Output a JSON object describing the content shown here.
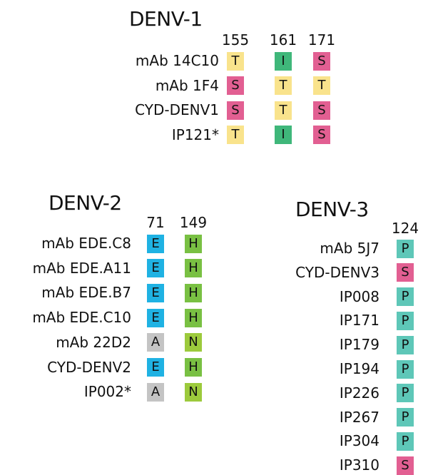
{
  "colors": {
    "T": "#f9e38c",
    "I": "#3fb77a",
    "S": "#e25f92",
    "E": "#1fb2e3",
    "H": "#79c043",
    "A": "#c4c4c4",
    "N": "#9cca3c",
    "P": "#5ec7b8"
  },
  "panels": [
    {
      "title": "DENV-1",
      "positions": [
        "155",
        "161",
        "171"
      ],
      "rows": [
        {
          "label": "mAb 14C10",
          "residues": [
            "T",
            "I",
            "S"
          ]
        },
        {
          "label": "mAb 1F4",
          "residues": [
            "S",
            "T",
            "T"
          ]
        },
        {
          "label": "CYD-DENV1",
          "residues": [
            "S",
            "T",
            "S"
          ]
        },
        {
          "label": "IP121*",
          "residues": [
            "T",
            "I",
            "S"
          ]
        }
      ]
    },
    {
      "title": "DENV-2",
      "positions": [
        "71",
        "149"
      ],
      "rows": [
        {
          "label": "mAb EDE.C8",
          "residues": [
            "E",
            "H"
          ]
        },
        {
          "label": "mAb EDE.A11",
          "residues": [
            "E",
            "H"
          ]
        },
        {
          "label": "mAb EDE.B7",
          "residues": [
            "E",
            "H"
          ]
        },
        {
          "label": "mAb EDE.C10",
          "residues": [
            "E",
            "H"
          ]
        },
        {
          "label": "mAb 22D2",
          "residues": [
            "A",
            "N"
          ]
        },
        {
          "label": "CYD-DENV2",
          "residues": [
            "E",
            "H"
          ]
        },
        {
          "label": "IP002*",
          "residues": [
            "A",
            "N"
          ]
        }
      ]
    },
    {
      "title": "DENV-3",
      "positions": [
        "124"
      ],
      "rows": [
        {
          "label": "mAb 5J7",
          "residues": [
            "P"
          ]
        },
        {
          "label": "CYD-DENV3",
          "residues": [
            "S"
          ]
        },
        {
          "label": "IP008",
          "residues": [
            "P"
          ]
        },
        {
          "label": "IP171",
          "residues": [
            "P"
          ]
        },
        {
          "label": "IP179",
          "residues": [
            "P"
          ]
        },
        {
          "label": "IP194",
          "residues": [
            "P"
          ]
        },
        {
          "label": "IP226",
          "residues": [
            "P"
          ]
        },
        {
          "label": "IP267",
          "residues": [
            "P"
          ]
        },
        {
          "label": "IP304",
          "residues": [
            "P"
          ]
        },
        {
          "label": "IP310",
          "residues": [
            "S"
          ]
        }
      ]
    }
  ]
}
